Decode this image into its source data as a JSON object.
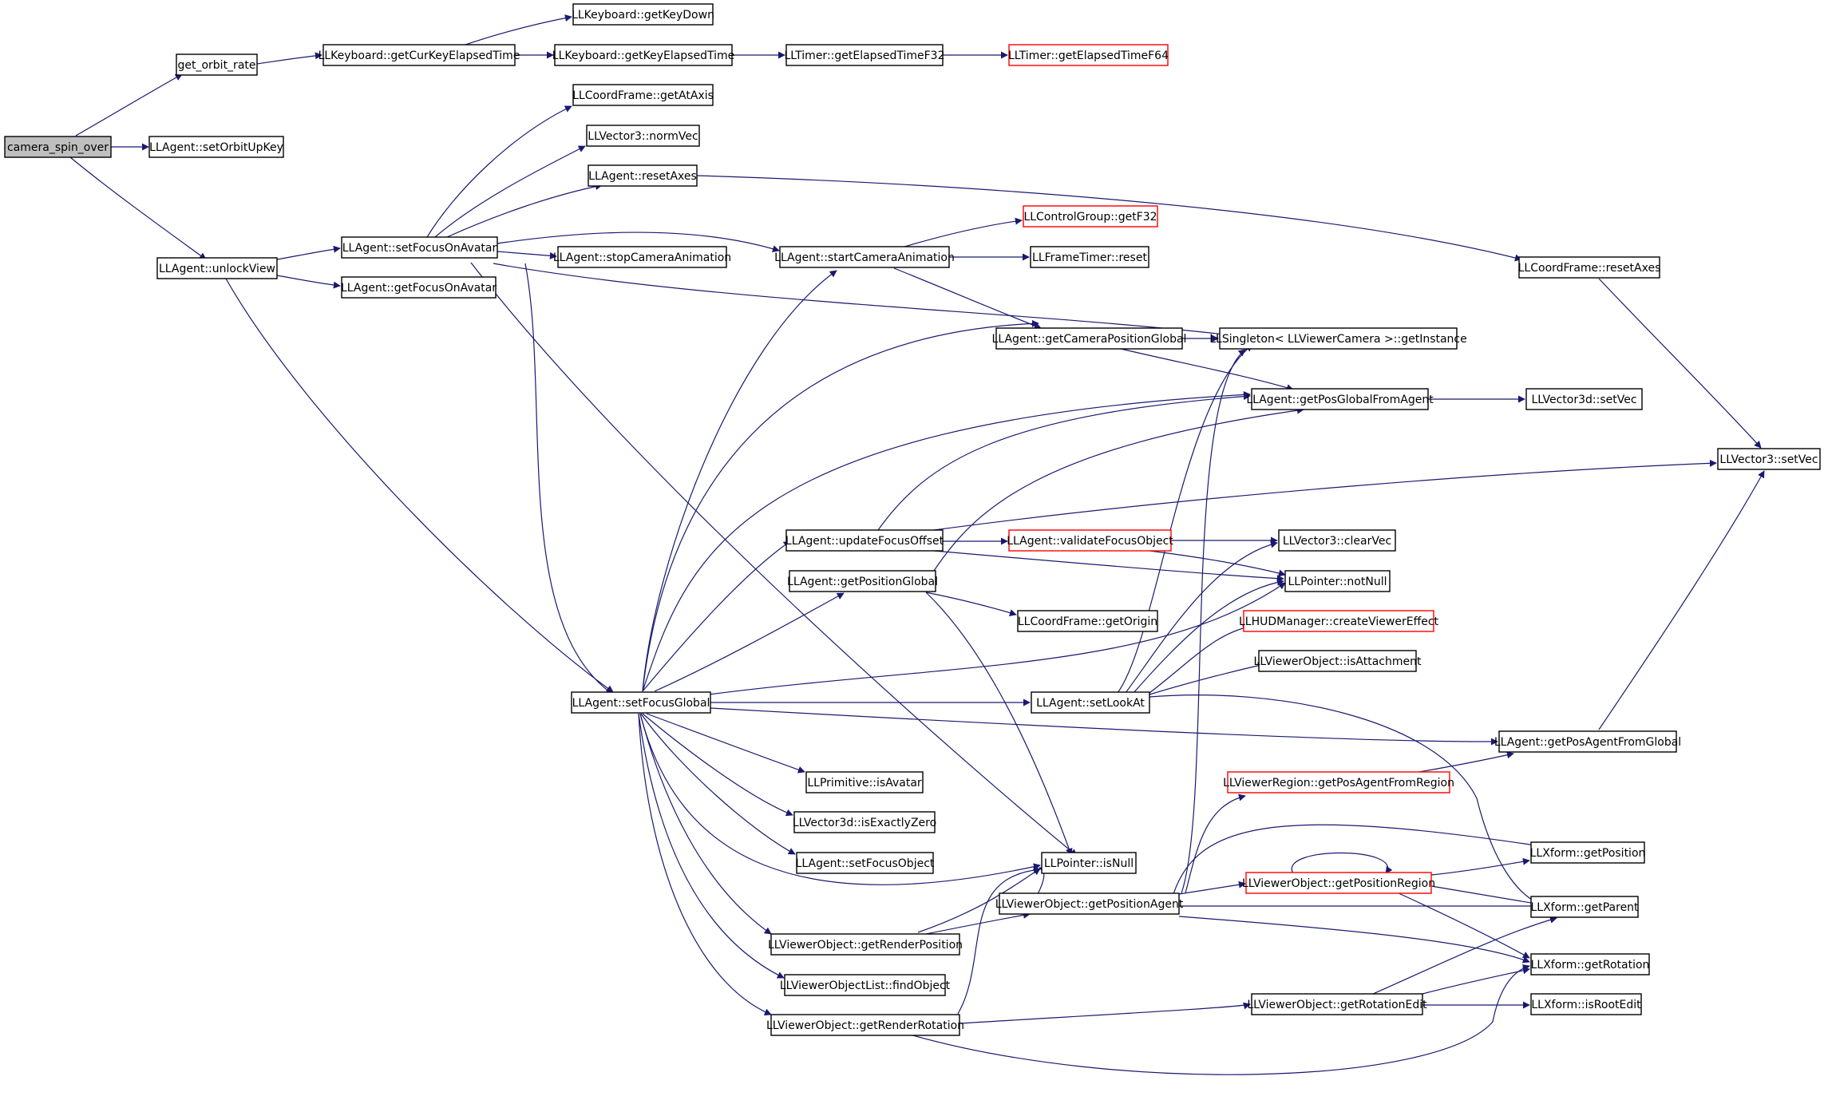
{
  "colors": {
    "edge": "#191970",
    "node_border": "#000000",
    "truncated_border": "#ff0000",
    "root_fill": "#bfbfbf",
    "node_fill": "#ffffff"
  },
  "nodes": [
    {
      "id": "camera_spin_over",
      "label": "camera_spin_over",
      "root": true
    },
    {
      "id": "get_orbit_rate",
      "label": "get_orbit_rate"
    },
    {
      "id": "setOrbitUpKey",
      "label": "LLAgent::setOrbitUpKey"
    },
    {
      "id": "unlockView",
      "label": "LLAgent::unlockView"
    },
    {
      "id": "getCurKeyElapsedTime",
      "label": "LLKeyboard::getCurKeyElapsedTime"
    },
    {
      "id": "getKeyDown",
      "label": "LLKeyboard::getKeyDown"
    },
    {
      "id": "getKeyElapsedTime",
      "label": "LLKeyboard::getKeyElapsedTime"
    },
    {
      "id": "getElapsedTimeF32",
      "label": "LLTimer::getElapsedTimeF32"
    },
    {
      "id": "getElapsedTimeF64",
      "label": "LLTimer::getElapsedTimeF64",
      "truncated": true
    },
    {
      "id": "getAtAxis",
      "label": "LLCoordFrame::getAtAxis"
    },
    {
      "id": "normVec",
      "label": "LLVector3::normVec"
    },
    {
      "id": "resetAxes",
      "label": "LLAgent::resetAxes"
    },
    {
      "id": "setFocusOnAvatar",
      "label": "LLAgent::setFocusOnAvatar"
    },
    {
      "id": "getFocusOnAvatar",
      "label": "LLAgent::getFocusOnAvatar"
    },
    {
      "id": "stopCameraAnimation",
      "label": "LLAgent::stopCameraAnimation"
    },
    {
      "id": "startCameraAnimation",
      "label": "LLAgent::startCameraAnimation"
    },
    {
      "id": "getF32",
      "label": "LLControlGroup::getF32",
      "truncated": true
    },
    {
      "id": "frameTimerReset",
      "label": "LLFrameTimer::reset"
    },
    {
      "id": "coordResetAxes",
      "label": "LLCoordFrame::resetAxes"
    },
    {
      "id": "getCameraPositionGlobal",
      "label": "LLAgent::getCameraPositionGlobal"
    },
    {
      "id": "getInstance",
      "label": "LLSingleton< LLViewerCamera >::getInstance"
    },
    {
      "id": "getPosGlobalFromAgent",
      "label": "LLAgent::getPosGlobalFromAgent"
    },
    {
      "id": "v3dSetVec",
      "label": "LLVector3d::setVec"
    },
    {
      "id": "v3SetVec",
      "label": "LLVector3::setVec"
    },
    {
      "id": "updateFocusOffset",
      "label": "LLAgent::updateFocusOffset"
    },
    {
      "id": "validateFocusObject",
      "label": "LLAgent::validateFocusObject",
      "truncated": true
    },
    {
      "id": "clearVec",
      "label": "LLVector3::clearVec"
    },
    {
      "id": "getPositionGlobal",
      "label": "LLAgent::getPositionGlobal"
    },
    {
      "id": "notNull",
      "label": "LLPointer::notNull"
    },
    {
      "id": "getOrigin",
      "label": "LLCoordFrame::getOrigin"
    },
    {
      "id": "createViewerEffect",
      "label": "LLHUDManager::createViewerEffect",
      "truncated": true
    },
    {
      "id": "isAttachment",
      "label": "LLViewerObject::isAttachment"
    },
    {
      "id": "setFocusGlobal",
      "label": "LLAgent::setFocusGlobal"
    },
    {
      "id": "setLookAt",
      "label": "LLAgent::setLookAt"
    },
    {
      "id": "getPosAgentFromGlobal",
      "label": "LLAgent::getPosAgentFromGlobal"
    },
    {
      "id": "isAvatar",
      "label": "LLPrimitive::isAvatar"
    },
    {
      "id": "getPosAgentFromRegion",
      "label": "LLViewerRegion::getPosAgentFromRegion",
      "truncated": true
    },
    {
      "id": "isExactlyZero",
      "label": "LLVector3d::isExactlyZero"
    },
    {
      "id": "xformGetPosition",
      "label": "LLXform::getPosition"
    },
    {
      "id": "setFocusObject",
      "label": "LLAgent::setFocusObject"
    },
    {
      "id": "isNull",
      "label": "LLPointer::isNull"
    },
    {
      "id": "getPositionRegion",
      "label": "LLViewerObject::getPositionRegion",
      "truncated": true
    },
    {
      "id": "getPositionAgent",
      "label": "LLViewerObject::getPositionAgent"
    },
    {
      "id": "getParent",
      "label": "LLXform::getParent"
    },
    {
      "id": "getRenderPosition",
      "label": "LLViewerObject::getRenderPosition"
    },
    {
      "id": "getRotation",
      "label": "LLXform::getRotation"
    },
    {
      "id": "findObject",
      "label": "LLViewerObjectList::findObject"
    },
    {
      "id": "getRotationEdit",
      "label": "LLViewerObject::getRotationEdit"
    },
    {
      "id": "isRootEdit",
      "label": "LLXform::isRootEdit"
    },
    {
      "id": "getRenderRotation",
      "label": "LLViewerObject::getRenderRotation"
    }
  ]
}
